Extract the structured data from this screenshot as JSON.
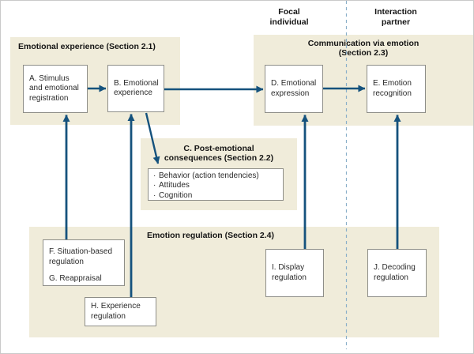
{
  "colors": {
    "panel_background": "#f0ecda",
    "arrow_blue": "#15527d",
    "dashed_divider": "#8bb0ca",
    "box_border": "#8e8e88"
  },
  "column_labels": {
    "focal": "Focal\nindividual",
    "partner": "Interaction\npartner"
  },
  "sections": {
    "emotional_experience": {
      "title": "Emotional experience (Section 2.1)"
    },
    "communication": {
      "title": "Communication via emotion\n(Section 2.3)"
    },
    "post_emotional": {
      "heading": "C. Post-emotional\nconsequences (Section 2.2)",
      "bullet": "·",
      "items": [
        "Behavior (action tendencies)",
        "Attitudes",
        "Cognition"
      ]
    },
    "emotion_regulation": {
      "title": "Emotion regulation (Section 2.4)"
    }
  },
  "nodes": {
    "a": "A. Stimulus\nand emotional\nregistration",
    "b": "B. Emotional\nexperience",
    "d": "D. Emotional\nexpression",
    "e": "E. Emotion\nrecognition",
    "f": "F. Situation-based\nregulation",
    "g": "G. Reappraisal",
    "h": "H. Experience\nregulation",
    "i": "I. Display\nregulation",
    "j": "J. Decoding\nregulation"
  }
}
